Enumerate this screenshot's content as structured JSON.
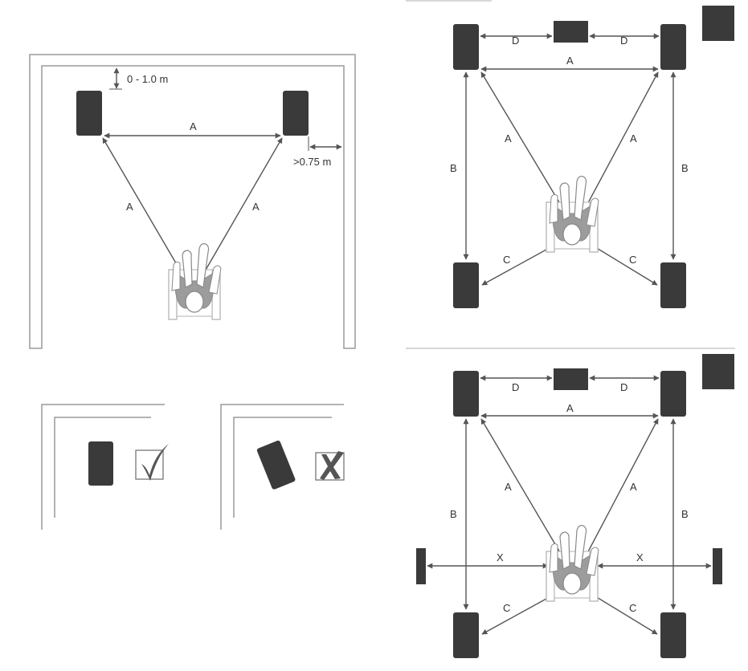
{
  "colors": {
    "speaker": "#3a3a3a",
    "wall": "#9a9a9a",
    "arrow": "#555555",
    "person_shirt": "#9c9c9c",
    "person_outline": "#8a8a8a",
    "chair": "#bdbdbd",
    "divider": "#b0b0b0"
  },
  "stereo_room": {
    "wall_gap_label": "0 - 1.0 m",
    "side_gap_label": ">0.75 m",
    "distance_label": "A"
  },
  "placement": {
    "correct_icon": "checkmark-icon",
    "incorrect_icon": "x-mark-icon"
  },
  "surround_5_1": {
    "label_a": "A",
    "label_b": "B",
    "label_c": "C",
    "label_d": "D"
  },
  "surround_7_1": {
    "label_a": "A",
    "label_b": "B",
    "label_c": "C",
    "label_d": "D",
    "label_x": "X"
  }
}
